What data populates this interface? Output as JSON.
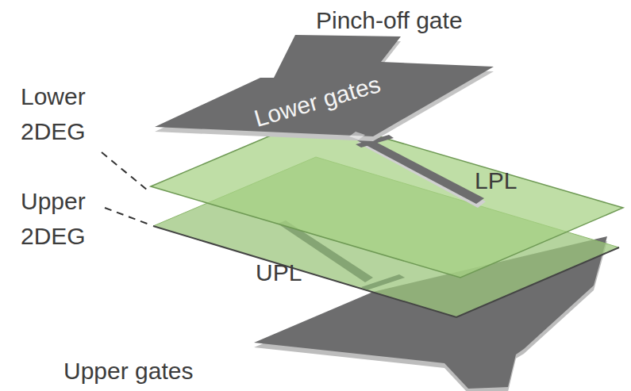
{
  "diagram": {
    "labels": [
      "Pinch-off gate",
      "Lower 2DEG",
      "Lower gates",
      "LPL",
      "Upper 2DEG",
      "UPL",
      "Upper gates"
    ]
  }
}
